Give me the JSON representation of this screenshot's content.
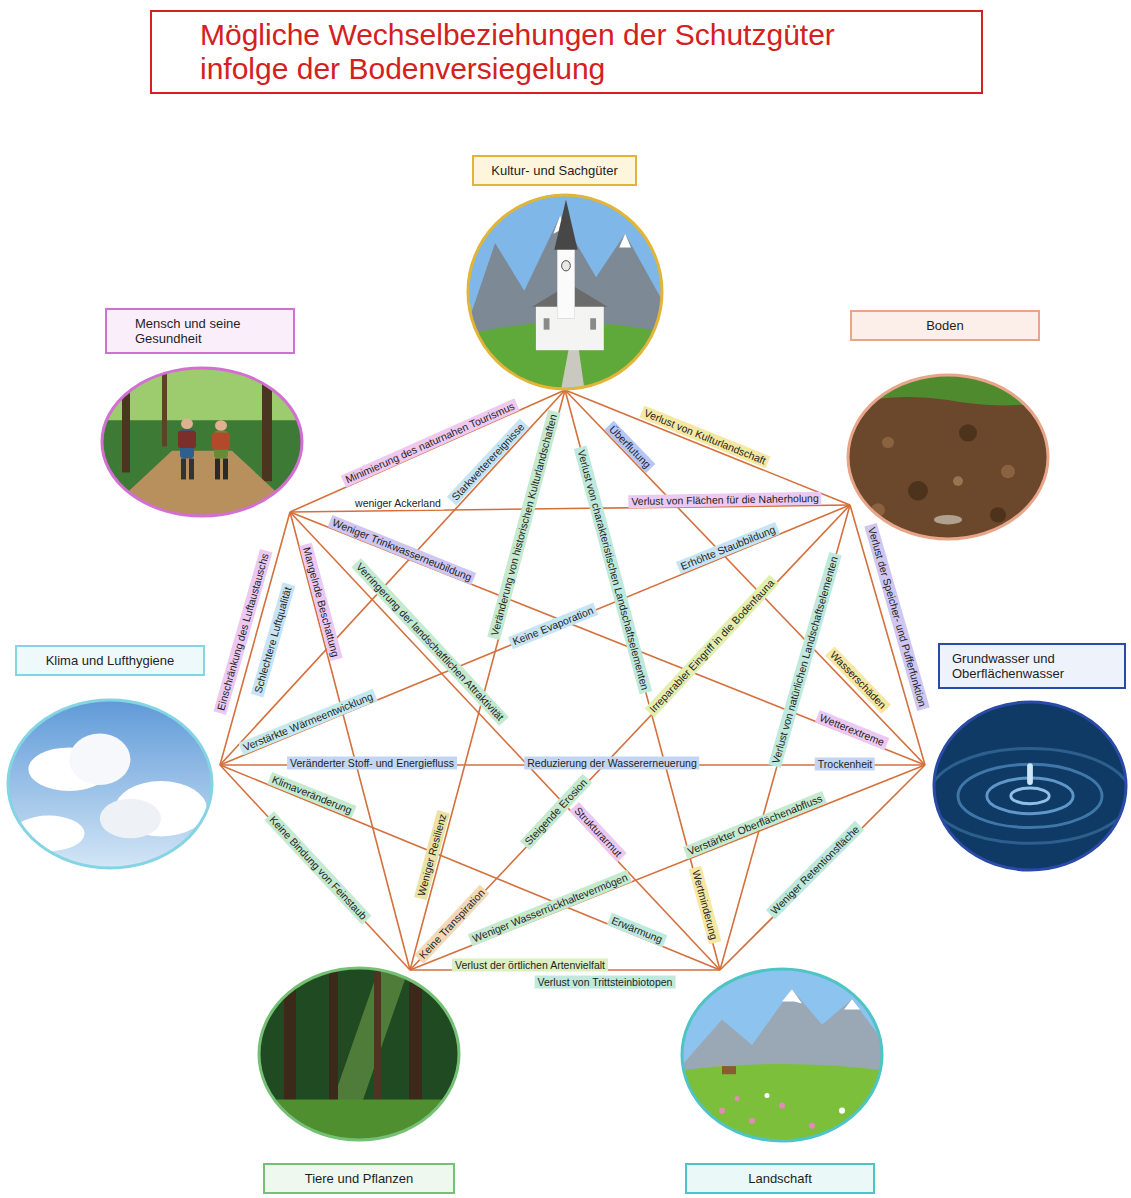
{
  "diagram": {
    "title": "Mögliche Wechselbeziehungen der Schutzgüter infolge der Bodenversiegelung",
    "nodes": [
      {
        "text": [
          "Kultur- und Sachgüter"
        ]
      },
      {
        "text": [
          "Mensch und seine Gesundheit"
        ]
      },
      {
        "text": [
          "Boden"
        ]
      },
      {
        "text": [
          "Klima und Lufthygiene"
        ]
      },
      {
        "text": [
          "Grundwasser und Oberflächenwasser"
        ]
      },
      {
        "text": [
          "Tiere und Pflanzen"
        ]
      },
      {
        "text": [
          "Landschaft"
        ]
      }
    ],
    "edges": [
      {
        "from": 0,
        "to": 1,
        "arrow": "none"
      },
      {
        "from": 0,
        "to": 2,
        "arrow": "none"
      },
      {
        "from": 0,
        "to": 3,
        "arrow": "none"
      },
      {
        "from": 0,
        "to": 4,
        "arrow": "none"
      },
      {
        "from": 0,
        "to": 5,
        "arrow": "none"
      },
      {
        "from": 0,
        "to": 6,
        "arrow": "none"
      },
      {
        "from": 1,
        "to": 2,
        "arrow": "none"
      },
      {
        "from": 1,
        "to": 3,
        "arrow": "none"
      },
      {
        "from": 1,
        "to": 4,
        "arrow": "none"
      },
      {
        "from": 1,
        "to": 5,
        "arrow": "none"
      },
      {
        "from": 1,
        "to": 6,
        "arrow": "none"
      },
      {
        "from": 2,
        "to": 3,
        "arrow": "none"
      },
      {
        "from": 2,
        "to": 4,
        "arrow": "none"
      },
      {
        "from": 2,
        "to": 5,
        "arrow": "none"
      },
      {
        "from": 2,
        "to": 6,
        "arrow": "none"
      },
      {
        "from": 3,
        "to": 4,
        "arrow": "none"
      },
      {
        "from": 3,
        "to": 5,
        "arrow": "none"
      },
      {
        "from": 3,
        "to": 6,
        "arrow": "none"
      },
      {
        "from": 4,
        "to": 5,
        "arrow": "none"
      },
      {
        "from": 4,
        "to": 6,
        "arrow": "none"
      },
      {
        "from": 5,
        "to": 6,
        "arrow": "none"
      }
    ],
    "labels": [
      "Minimierung des naturnahen Tourismus",
      "Starkwetterereignisse",
      "Veränderung von historischen Kulturlandschaften",
      "Verlust von charakteristischen Landschaftselementen",
      "Überflutung",
      "Verlust von Kulturlandschaft",
      "weniger Ackerland",
      "Verlust von Flächen für die Naherholung",
      "Weniger Trinkwasserneubildung",
      "Mangelnde Beschattung",
      "Verringerung der landschaftlichen Attraktivität",
      "Einschränkung des Luftaustauschs",
      "Schlechtere Luftqualität",
      "Erhöhte Staubbildung",
      "Keine Evaporation",
      "Irreparabler Eingriff in die Bodenfauna",
      "Verlust der Speicher- und Pufferfunktion",
      "Verlust von natürlichen Landschaftselementen",
      "Wasserschäden",
      "Wetterextreme",
      "Trockenheit",
      "Veränderter Stoff- und Energiefluss",
      "Reduzierung der Wassererneuerung",
      "Verstärkte Wärmeentwicklung",
      "Klimaveränderung",
      "Keine Bindung von Feinstaub",
      "Weniger Resilienz",
      "Steigende Erosion",
      "Strukturarmut",
      "Verstärkter Oberflächenabfluss",
      "Weniger Retentionsfläche",
      "Wertminderung",
      "Keine Transpiration",
      "Weniger Wasserrückhaltevermögen",
      "Erwärmung",
      "Verlust der örtlichen Artenvielfalt",
      "Verlust von Trittsteinbiotopen"
    ]
  }
}
